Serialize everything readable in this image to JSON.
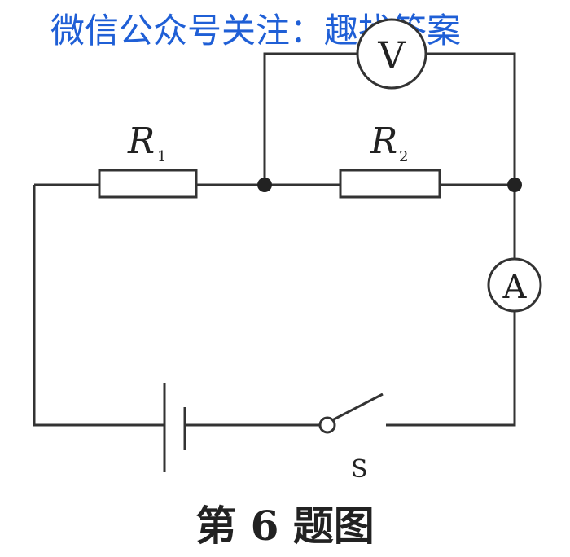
{
  "watermark": "微信公众号关注：趣找答案",
  "labels": {
    "r1_main": "R",
    "r1_sub": "1",
    "r2_main": "R",
    "r2_sub": "2",
    "voltmeter": "V",
    "ammeter": "A",
    "switch": "S"
  },
  "caption": "第 6 题图",
  "colors": {
    "watermark": "#1f5fd6",
    "ink": "#222222"
  }
}
